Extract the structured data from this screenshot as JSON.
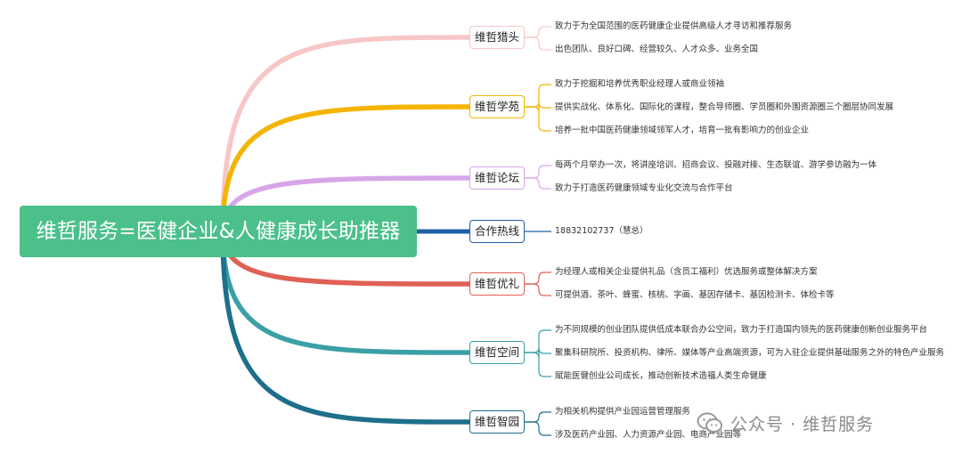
{
  "root": {
    "label": "维哲服务=医健企业&人健康成长助推器"
  },
  "branches": [
    {
      "label": "维哲猎头",
      "color": "#f7c6c7",
      "items": [
        "致力于为全国范围的医药健康企业提供高级人才寻访和推荐服务",
        "出色团队、良好口碑、经营较久、人才众多、业务全国"
      ]
    },
    {
      "label": "维哲学苑",
      "color": "#f4b400",
      "items": [
        "致力于挖掘和培养优秀职业经理人或商业领袖",
        "提供实战化、体系化、国际化的课程，整合导师圈、学员圈和外围资源圈三个圈层协同发展",
        "培养一批中国医药健康领域领军人才，培育一批有影响力的创业企业"
      ]
    },
    {
      "label": "维哲论坛",
      "color": "#d7a6e8",
      "items": [
        "每两个月举办一次，将讲座培训、招商会议、投融对接、生态联谊、游学参访融为一体",
        "致力于打造医药健康领域专业化交流与合作平台"
      ]
    },
    {
      "label": "合作热线",
      "color": "#1f5fa8",
      "items": [
        "18832102737（慧总）"
      ]
    },
    {
      "label": "维哲优礼",
      "color": "#e06055",
      "items": [
        "为经理人或相关企业提供礼品（含员工福利）优选服务或整体解决方案",
        "可提供酒、茶叶、蜂蜜、核桃、字画、基因存储卡、基因检测卡、体检卡等"
      ]
    },
    {
      "label": "维哲空间",
      "color": "#3aa0a6",
      "items": [
        "为不同规模的创业团队提供低成本联合办公空间，致力于打造国内领先的医药健康创新创业服务平台",
        "聚集科研院所、投资机构、律所、媒体等产业高端资源，可为入驻企业提供基础服务之外的特色产业服务",
        "赋能医健创业公司成长，推动创新技术造福人类生命健康"
      ]
    },
    {
      "label": "维哲智园",
      "color": "#1e6f8c",
      "items": [
        "为相关机构提供产业园运营管理服务",
        "涉及医药产业园、人力资源产业园、电商产业园等"
      ]
    }
  ],
  "watermark": {
    "text": "公众号 · 维哲服务",
    "icon": "wechat-icon"
  }
}
